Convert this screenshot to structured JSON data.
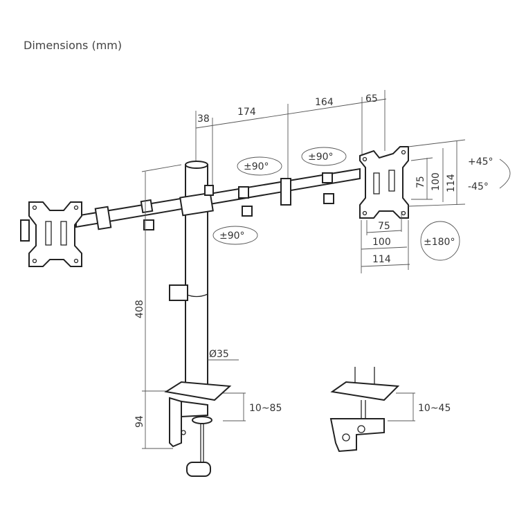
{
  "title": "Dimensions (mm)",
  "arm_dims": {
    "d1": "38",
    "d2": "174",
    "d3": "164",
    "d4": "65"
  },
  "rotation": {
    "arm_left": "±90°",
    "arm_mid": "±90°",
    "arm_lower": "±90°",
    "tilt_up": "+45°",
    "tilt_down": "-45°",
    "rotate": "±180°"
  },
  "vesa_vertical": {
    "a": "75",
    "b": "100",
    "c": "114"
  },
  "vesa_horizontal": {
    "a": "75",
    "b": "100",
    "c": "114"
  },
  "pole": {
    "height": "408",
    "diameter": "Ø35",
    "clamp_height": "94"
  },
  "clamp": {
    "desk_range": "10~85"
  },
  "grommet": {
    "desk_range": "10~45"
  }
}
